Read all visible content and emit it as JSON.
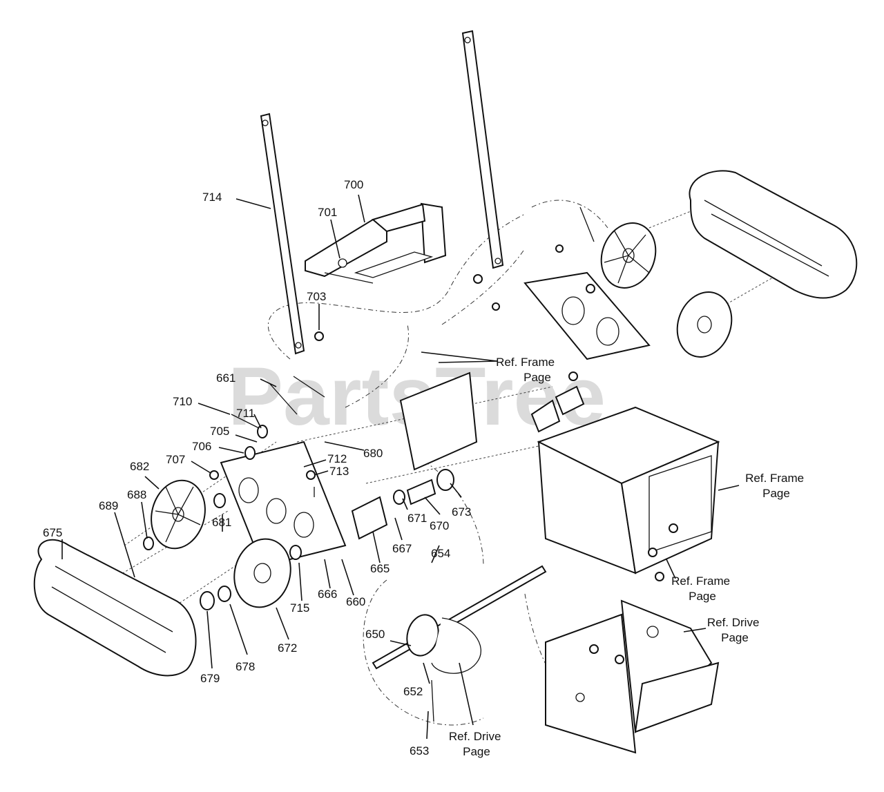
{
  "watermark": "PartsTree",
  "callouts": {
    "714": "714",
    "700": "700",
    "701": "701",
    "703": "703",
    "661": "661",
    "710": "710",
    "711": "711",
    "705": "705",
    "706": "706",
    "707": "707",
    "712": "712",
    "713": "713",
    "680": "680",
    "682": "682",
    "688": "688",
    "689": "689",
    "675": "675",
    "681": "681",
    "715": "715",
    "666": "666",
    "660": "660",
    "665": "665",
    "667": "667",
    "671": "671",
    "670": "670",
    "673": "673",
    "672": "672",
    "678": "678",
    "679": "679",
    "654": "654",
    "650": "650",
    "652": "652",
    "653": "653"
  },
  "references": {
    "frame_top": [
      "Ref. Frame",
      "Page"
    ],
    "frame_right": [
      "Ref. Frame",
      "Page"
    ],
    "frame_lower": [
      "Ref. Frame",
      "Page"
    ],
    "drive_right": [
      "Ref. Drive",
      "Page"
    ],
    "drive_bottom": [
      "Ref. Drive",
      "Page"
    ]
  }
}
